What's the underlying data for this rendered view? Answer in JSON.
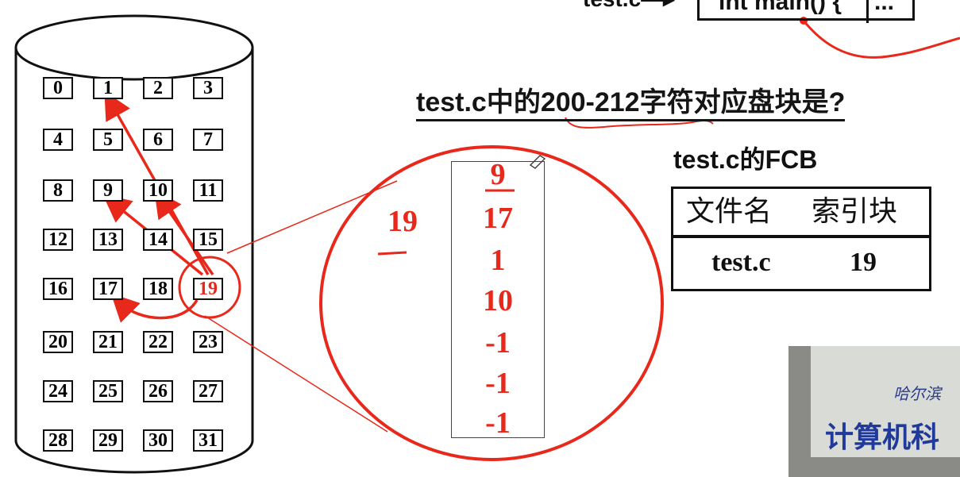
{
  "top_fragment": {
    "label": "test.c",
    "code": "int main() {",
    "dots": "...",
    "cut_glyph": "凵"
  },
  "question": "test.c中的200-212字符对应盘块是?",
  "blocks": [
    "0",
    "1",
    "2",
    "3",
    "4",
    "5",
    "6",
    "7",
    "8",
    "9",
    "10",
    "11",
    "12",
    "13",
    "14",
    "15",
    "16",
    "17",
    "18",
    "19",
    "20",
    "21",
    "22",
    "23",
    "24",
    "25",
    "26",
    "27",
    "28",
    "29",
    "30",
    "31"
  ],
  "highlight_block": "19",
  "index_block": {
    "label": "19",
    "entries": [
      "9",
      "17",
      "1",
      "10",
      "-1",
      "-1",
      "-1"
    ]
  },
  "fcb": {
    "title": "test.c的FCB",
    "headers": [
      "文件名",
      "索引块"
    ],
    "row": [
      "test.c",
      "19"
    ]
  },
  "photo": {
    "top_text": "哈尔滨",
    "main_text": "计算机科"
  },
  "colors": {
    "accent": "#e8281a",
    "ink": "#111111"
  }
}
